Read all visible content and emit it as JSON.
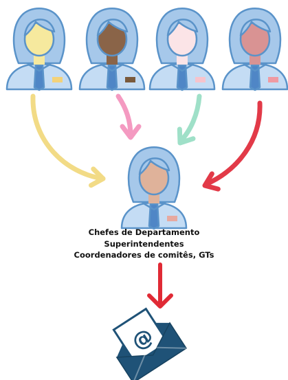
{
  "people": [
    {
      "name": "person-1",
      "skin": "#f6e99e",
      "badge": "#f3d27a"
    },
    {
      "name": "person-2",
      "skin": "#8a6448",
      "badge": "#7a5a3c"
    },
    {
      "name": "person-3",
      "skin": "#fbe4e7",
      "badge": "#f6c3cc"
    },
    {
      "name": "person-4",
      "skin": "#d99393",
      "badge": "#ef9aa2"
    }
  ],
  "center_person": {
    "skin": "#dfb29a",
    "badge": "#e7a9a0"
  },
  "arrows": [
    {
      "name": "arrow-yellow",
      "color": "#f2db86"
    },
    {
      "name": "arrow-pink",
      "color": "#f49ac1"
    },
    {
      "name": "arrow-teal",
      "color": "#9fe0c8"
    },
    {
      "name": "arrow-red",
      "color": "#e23a48"
    }
  ],
  "down_arrow_color": "#e02a35",
  "colors": {
    "outline": "#5a93c9",
    "hair": "#a6c8ea",
    "shirt": "#c4dcf4",
    "tie": "#4f86c6",
    "envelope": "#1f5277"
  },
  "caption": {
    "line1": "Chefes de Departamento",
    "line2": "Superintendentes",
    "line3": "Coordenadores de comitês, GTs"
  },
  "envelope": {
    "symbol": "@",
    "icon": "email-envelope-icon"
  }
}
